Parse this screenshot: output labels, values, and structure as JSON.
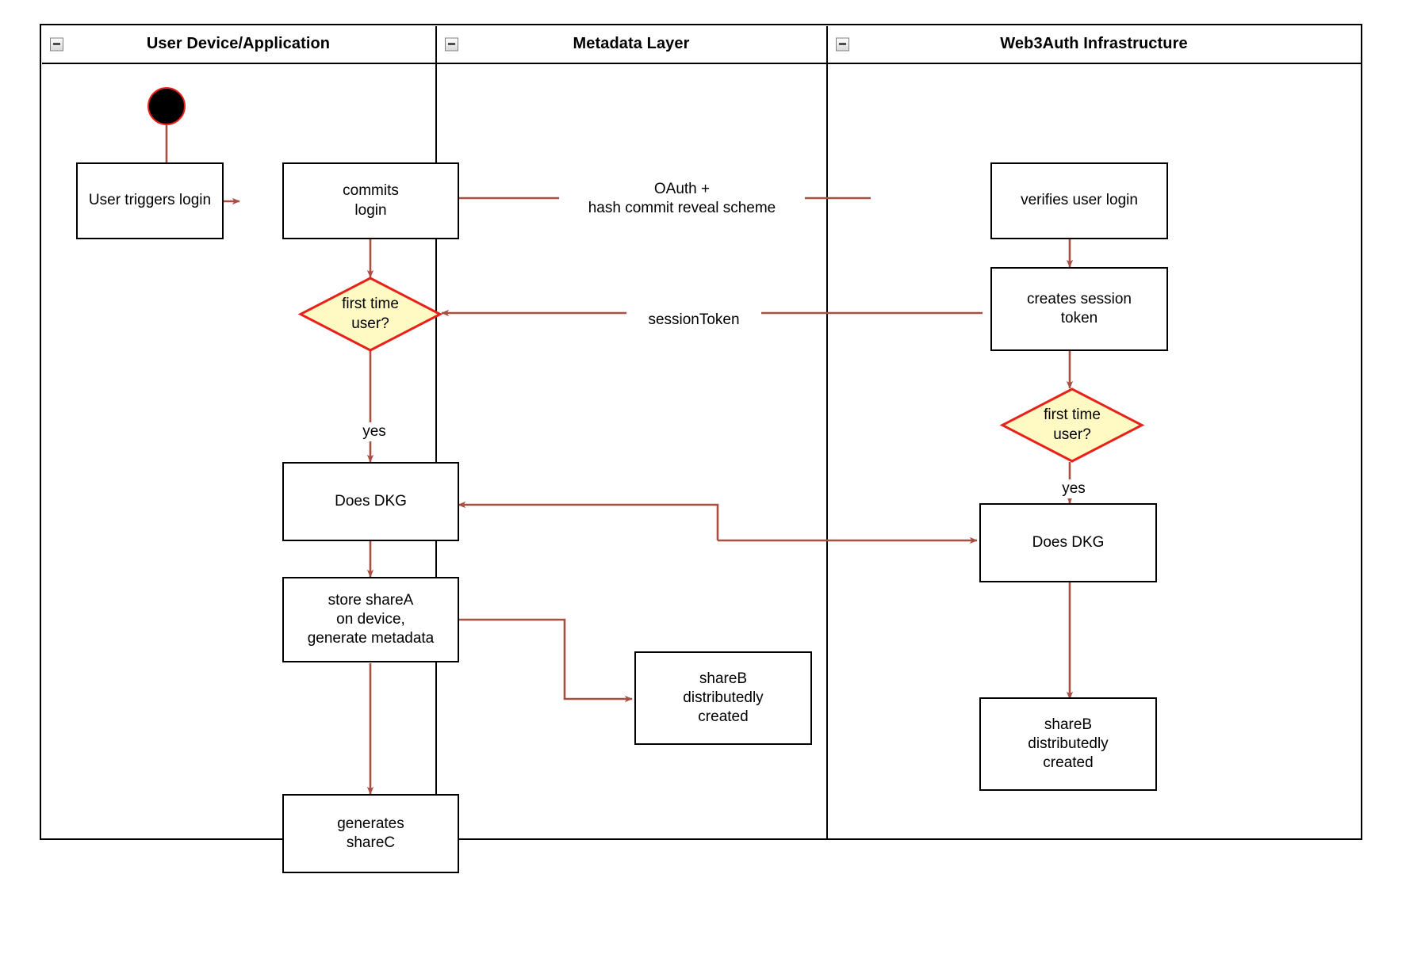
{
  "diagram": {
    "title": "Web3Auth login activity diagram",
    "colors": {
      "connector": "#A65043",
      "decision_fill": "#FFF9C4",
      "decision_stroke": "#E8211A",
      "node_stroke": "#000000",
      "lane_stroke": "#000000",
      "start_fill": "#000000",
      "start_stroke": "#E8211A",
      "background": "#FFFFFF"
    }
  },
  "lanes": [
    {
      "id": "user-device",
      "title": "User Device/Application",
      "collapse_icon": "collapse-minus-icon"
    },
    {
      "id": "metadata-layer",
      "title": "Metadata Layer",
      "collapse_icon": "collapse-minus-icon"
    },
    {
      "id": "web3auth",
      "title": "Web3Auth Infrastructure",
      "collapse_icon": "collapse-minus-icon"
    }
  ],
  "nodes": {
    "start": {
      "type": "start",
      "label": ""
    },
    "user_triggers_login": {
      "type": "action",
      "label": "User triggers login",
      "lane": "user-device"
    },
    "commits_login": {
      "type": "action",
      "label": "commits\nlogin",
      "lane": "user-device"
    },
    "first_time_user_device": {
      "type": "decision",
      "label": "first time\nuser?",
      "lane": "user-device"
    },
    "does_dkg_device": {
      "type": "action",
      "label": "Does DKG",
      "lane": "user-device"
    },
    "store_shareA": {
      "type": "action",
      "label": "store shareA\non device,\ngenerate metadata",
      "lane": "user-device"
    },
    "generates_shareC": {
      "type": "action",
      "label": "generates\nshareC",
      "lane": "user-device"
    },
    "shareB_metadata": {
      "type": "action",
      "label": "shareB\ndistributedly\ncreated",
      "lane": "metadata-layer"
    },
    "verifies_user_login": {
      "type": "action",
      "label": "verifies user login",
      "lane": "web3auth"
    },
    "creates_session_token": {
      "type": "action",
      "label": "creates session\ntoken",
      "lane": "web3auth"
    },
    "first_time_user_web3auth": {
      "type": "decision",
      "label": "first time\nuser?",
      "lane": "web3auth"
    },
    "does_dkg_web3auth": {
      "type": "action",
      "label": "Does DKG",
      "lane": "web3auth"
    },
    "shareB_web3auth": {
      "type": "action",
      "label": "shareB\ndistributedly\ncreated",
      "lane": "web3auth"
    }
  },
  "edge_labels": {
    "oauth": "OAuth +\nhash commit reveal scheme",
    "session_token": "sessionToken",
    "yes_device": "yes",
    "yes_web3auth": "yes"
  }
}
